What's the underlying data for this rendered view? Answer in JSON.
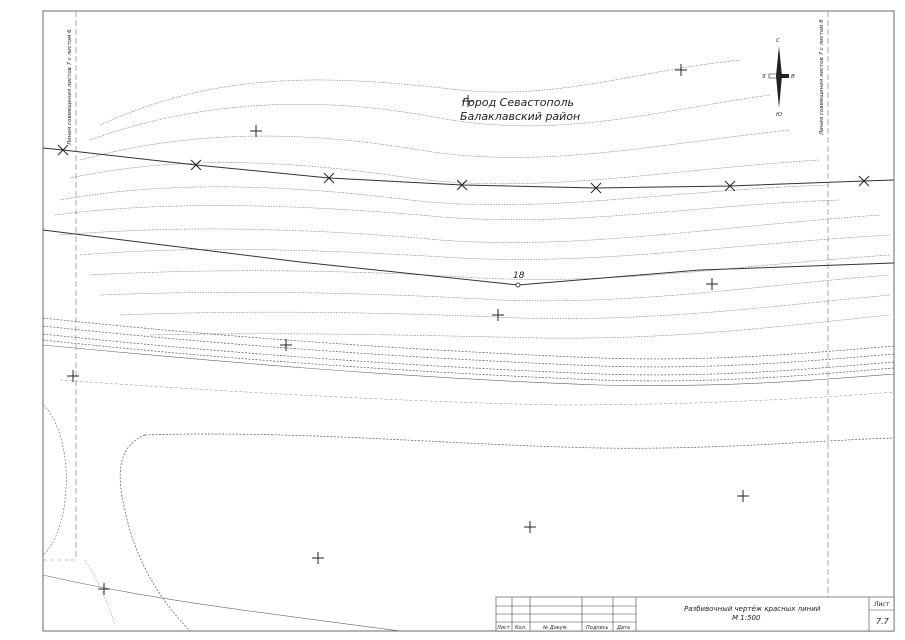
{
  "map": {
    "city_label": "Город Севастополь",
    "district_label": "Балаклавский район",
    "point_label": "18",
    "match_line_left": "Линия совмещения листов 7 с листом 6",
    "match_line_right": "Линия совмещения листов 7 с листом 8"
  },
  "compass": {
    "north": "С",
    "south": "Ю",
    "east": "В",
    "west": "З"
  },
  "stamp": {
    "title_line1": "Разбивочный чертёж красных линий",
    "scale": "М 1:500",
    "sheet_header": "Лист",
    "sheet_number": "7.7",
    "columns": [
      "Лист",
      "Кол.",
      "№ Докум.",
      "Подпись",
      "Дата"
    ]
  }
}
